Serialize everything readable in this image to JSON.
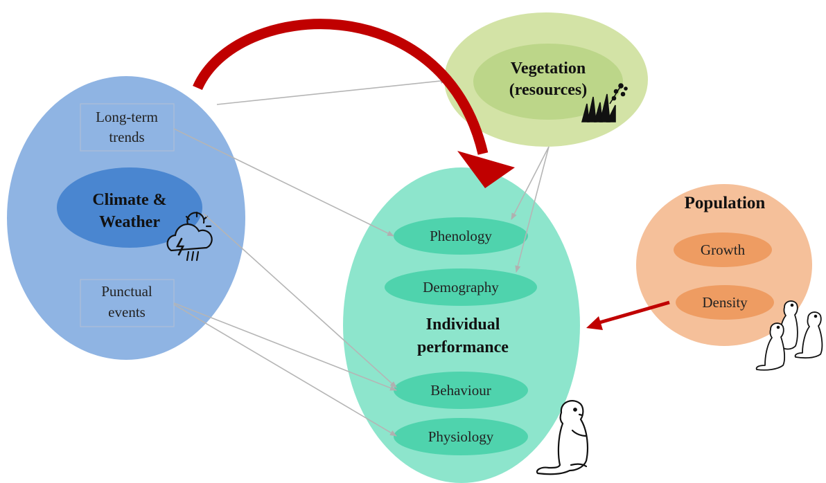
{
  "climate": {
    "title_line1": "Climate &",
    "title_line2": "Weather",
    "trends_line1": "Long-term",
    "trends_line2": "trends",
    "events_line1": "Punctual",
    "events_line2": "events",
    "icon": "storm-cloud-sun-icon"
  },
  "vegetation": {
    "title_line1": "Vegetation",
    "title_line2": "(resources)",
    "icon": "grass-plant-icon"
  },
  "individual": {
    "title_line1": "Individual",
    "title_line2": "performance",
    "phenology": "Phenology",
    "demography": "Demography",
    "behaviour": "Behaviour",
    "physiology": "Physiology",
    "icon": "marmot-icon"
  },
  "population": {
    "title": "Population",
    "growth": "Growth",
    "density": "Density",
    "icon": "marmot-group-icon"
  },
  "colors": {
    "climate_fill": "#8fb4e3",
    "climate_inner": "#4a86d0",
    "vegetation_fill": "#d3e3a6",
    "vegetation_inner": "#bcd689",
    "individual_fill": "#8de5cc",
    "individual_inner": "#4fd3ad",
    "population_fill": "#f5c09a",
    "population_inner": "#ee9c62",
    "strong_arrow": "#c00000",
    "thin_arrow": "#b5b5b5"
  }
}
